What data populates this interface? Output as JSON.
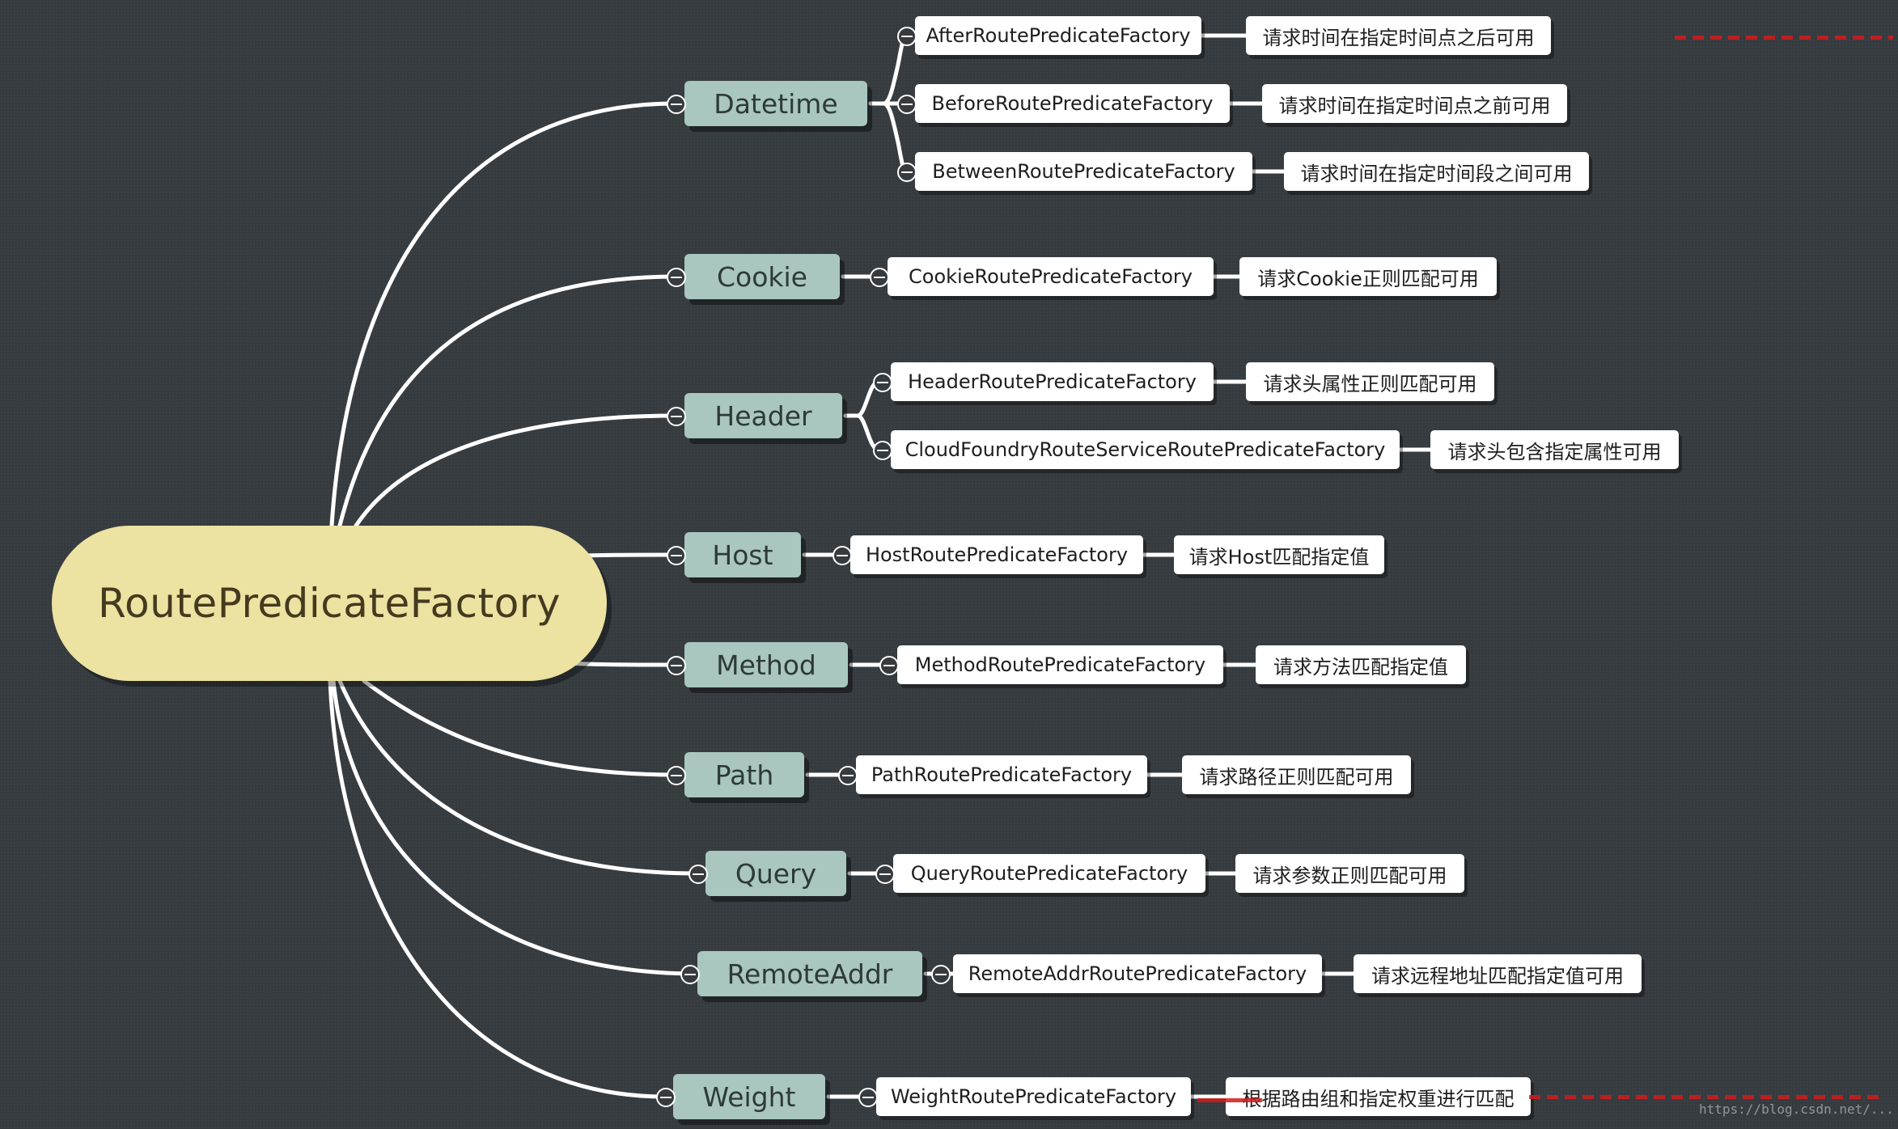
{
  "root": {
    "label": "RoutePredicateFactory"
  },
  "categories": {
    "datetime": {
      "label": "Datetime",
      "factories": [
        {
          "name": "AfterRoutePredicateFactory",
          "desc": "请求时间在指定时间点之后可用"
        },
        {
          "name": "BeforeRoutePredicateFactory",
          "desc": "请求时间在指定时间点之前可用"
        },
        {
          "name": "BetweenRoutePredicateFactory",
          "desc": "请求时间在指定时间段之间可用"
        }
      ]
    },
    "cookie": {
      "label": "Cookie",
      "factories": [
        {
          "name": "CookieRoutePredicateFactory",
          "desc": "请求Cookie正则匹配可用"
        }
      ]
    },
    "header": {
      "label": "Header",
      "factories": [
        {
          "name": "HeaderRoutePredicateFactory",
          "desc": "请求头属性正则匹配可用"
        },
        {
          "name": "CloudFoundryRouteServiceRoutePredicateFactory",
          "desc": "请求头包含指定属性可用"
        }
      ]
    },
    "host": {
      "label": "Host",
      "factories": [
        {
          "name": "HostRoutePredicateFactory",
          "desc": "请求Host匹配指定值"
        }
      ]
    },
    "method": {
      "label": "Method",
      "factories": [
        {
          "name": "MethodRoutePredicateFactory",
          "desc": "请求方法匹配指定值"
        }
      ]
    },
    "path": {
      "label": "Path",
      "factories": [
        {
          "name": "PathRoutePredicateFactory",
          "desc": "请求路径正则匹配可用"
        }
      ]
    },
    "query": {
      "label": "Query",
      "factories": [
        {
          "name": "QueryRoutePredicateFactory",
          "desc": "请求参数正则匹配可用"
        }
      ]
    },
    "remoteaddr": {
      "label": "RemoteAddr",
      "factories": [
        {
          "name": "RemoteAddrRoutePredicateFactory",
          "desc": "请求远程地址匹配指定值可用"
        }
      ]
    },
    "weight": {
      "label": "Weight",
      "factories": [
        {
          "name": "WeightRoutePredicateFactory",
          "desc": "根据路由组和指定权重进行匹配"
        }
      ]
    }
  },
  "colors": {
    "background": "#363b40",
    "root_fill": "#ece2a1",
    "category_fill": "#a9c6bf",
    "leaf_fill": "#ffffff",
    "connector": "#ffffff",
    "annotation": "#d21a1a"
  },
  "watermark": "https://blog.csdn.net/..."
}
